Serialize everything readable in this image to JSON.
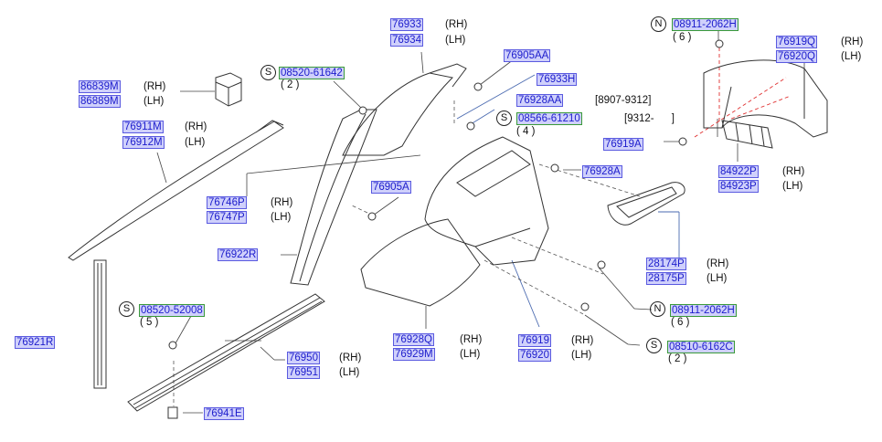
{
  "colors": {
    "label_text": "#1c1ccc",
    "label_bg": "#cfd0fb",
    "label_border": "#5a5ae0",
    "std_border": "#3a9a3a",
    "leader_blue": "#4a6ab0",
    "hidden_red": "#e03030"
  },
  "side": {
    "rh": "(RH)",
    "lh": "(LH)"
  },
  "labels": {
    "p76933": "76933",
    "p76934": "76934",
    "p08520_61642": "08520-61642",
    "q08520_61642": "( 2 )",
    "s1": "S",
    "p86839M": "86839M",
    "p86889M": "86889M",
    "p76905AA": "76905AA",
    "p76933H": "76933H",
    "p76928AA": "76928AA",
    "d8907": "[8907-9312]",
    "s2": "S",
    "p08566_61210": "08566-61210",
    "d9312": "[9312-      ]",
    "q08566_61210": "( 4 )",
    "p76911M": "76911M",
    "p76912M": "76912M",
    "p76919A": "76919A",
    "p76928A": "76928A",
    "n1": "N",
    "p08911_2062H_top": "08911-2062H",
    "q08911_top": "( 6 )",
    "p76919Q": "76919Q",
    "p76920Q": "76920Q",
    "p84922P": "84922P",
    "p84923P": "84923P",
    "p76905A": "76905A",
    "p76746P": "76746P",
    "p76747P": "76747P",
    "p76922R": "76922R",
    "p28174P": "28174P",
    "p28175P": "28175P",
    "s3": "S",
    "p08520_52008": "08520-52008",
    "q08520_52008": "( 5 )",
    "n2": "N",
    "p08911_2062H_bot": "08911-2062H",
    "q08911_bot": "( 6 )",
    "p76921R": "76921R",
    "p76928Q": "76928Q",
    "p76929M": "76929M",
    "p76919": "76919",
    "p76920": "76920",
    "s4": "S",
    "p08510_6162C": "08510-6162C",
    "q08510_6162C": "( 2 )",
    "p76950": "76950",
    "p76951": "76951",
    "p76941E": "76941E"
  }
}
